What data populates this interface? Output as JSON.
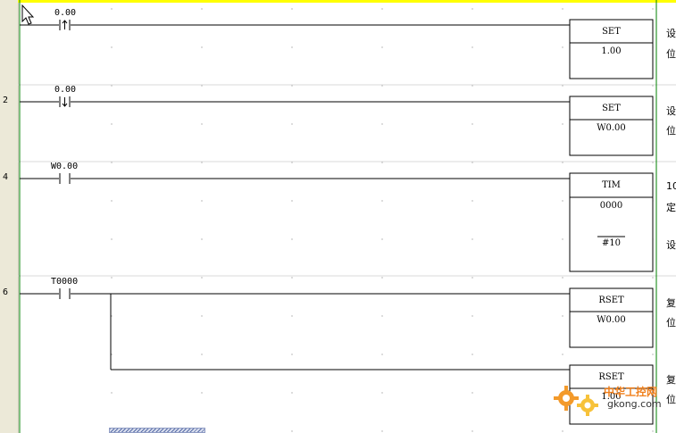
{
  "rungs": [
    {
      "number": "",
      "contact": {
        "label": "0.00",
        "type": "up"
      },
      "outputs": [
        {
          "name": "SET",
          "operands": [
            "1.00"
          ]
        }
      ],
      "comments": [
        "设",
        "位"
      ]
    },
    {
      "number": "2",
      "contact": {
        "label": "0.00",
        "type": "down"
      },
      "outputs": [
        {
          "name": "SET",
          "operands": [
            "W0.00"
          ]
        }
      ],
      "comments": [
        "设",
        "位"
      ]
    },
    {
      "number": "4",
      "contact": {
        "label": "W0.00",
        "type": "no"
      },
      "outputs": [
        {
          "name": "TIM",
          "operands": [
            "0000",
            "#10"
          ]
        }
      ],
      "comments": [
        "10",
        "定",
        "设"
      ]
    },
    {
      "number": "6",
      "contact": {
        "label": "T0000",
        "type": "no"
      },
      "outputs": [
        {
          "name": "RSET",
          "operands": [
            "W0.00"
          ]
        },
        {
          "name": "RSET",
          "operands": [
            "1.00"
          ]
        }
      ],
      "comments": [
        "复",
        "位",
        "复",
        "位"
      ]
    }
  ],
  "watermark": {
    "title": "中华工控网",
    "url": "gkong.com"
  },
  "colors": {
    "rail": "#008000",
    "top_highlight": "#ffff00",
    "gutter": "#ece9d8",
    "watermark": "#f07f1a"
  }
}
